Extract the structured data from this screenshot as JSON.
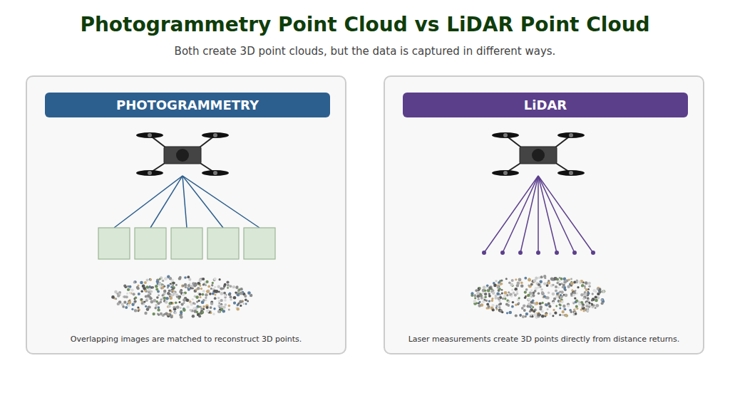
{
  "diagram": {
    "title": "Photogrammetry Point Cloud vs LiDAR Point Cloud",
    "caption": "Both create 3D point clouds, but the data is captured in different ways.",
    "nodes": [
      {
        "text": [
          "Overlapping images are matched to reconstruct 3D points."
        ]
      },
      {
        "text": [
          "PHOTOGRAMMETRY"
        ],
        "in": 0
      },
      {
        "text": [
          "Laser measurements create 3D points directly from distance returns."
        ]
      },
      {
        "text": [
          "LiDAR"
        ],
        "in": 2
      }
    ]
  }
}
